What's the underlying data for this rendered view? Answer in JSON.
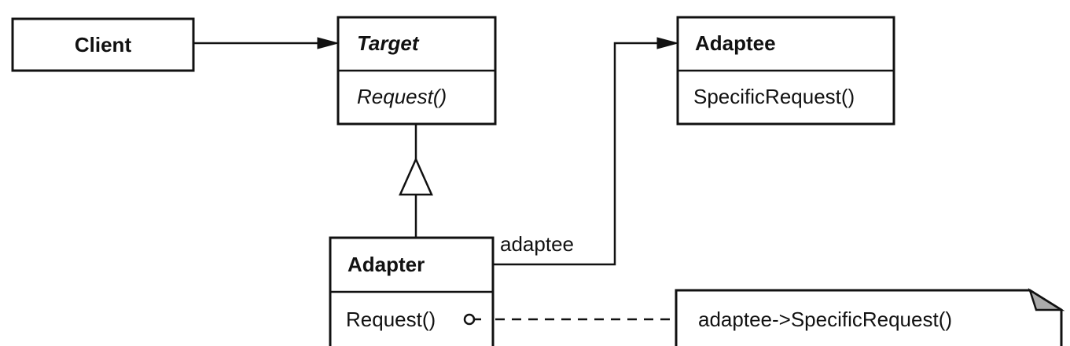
{
  "classes": {
    "client": {
      "name": "Client"
    },
    "target": {
      "name": "Target",
      "operation": "Request()"
    },
    "adaptee": {
      "name": "Adaptee",
      "operation": "SpecificRequest()"
    },
    "adapter": {
      "name": "Adapter",
      "operation": "Request()"
    }
  },
  "associations": {
    "adapter_to_adaptee_role": "adaptee"
  },
  "note": {
    "text": "adaptee->SpecificRequest()"
  },
  "colors": {
    "ink": "#111111",
    "note_fold": "#aaaaaa",
    "background": "#ffffff"
  }
}
